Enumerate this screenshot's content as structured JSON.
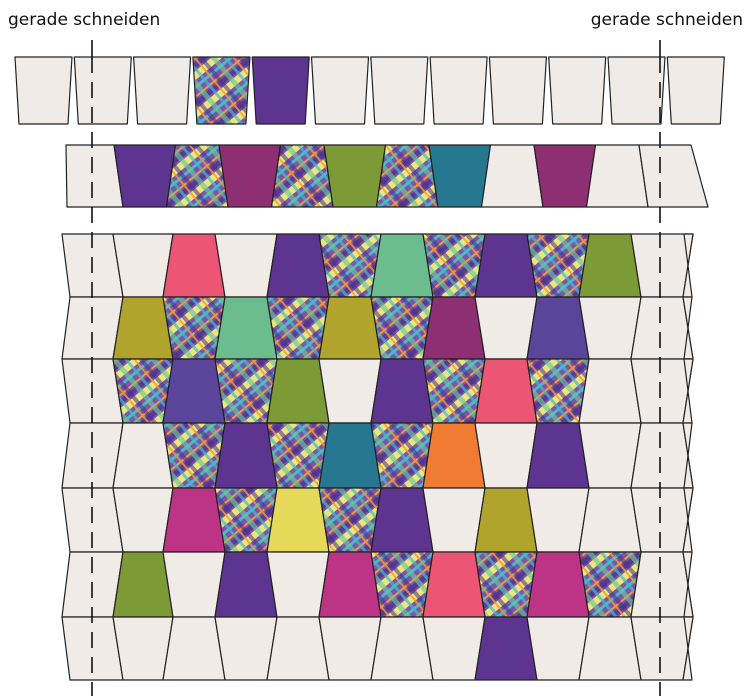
{
  "labels": {
    "left_cut": "gerade schneiden",
    "right_cut": "gerade schneiden"
  },
  "palette": {
    "C": "#f0ebe7",
    "V": "#5d3590",
    "P": "#plaid",
    "M": "#8e2f74",
    "O": "#7c9a35",
    "T": "#25788f",
    "K": "#ec5573",
    "S": "#6bbd8f",
    "Y": "#b0a42d",
    "I": "#5a459a",
    "R": "#f07b32",
    "G": "#bd3386",
    "L": "#e6d95a",
    "plaid_base": "#7a55a8",
    "plaid_stripes": [
      "#f2ef7a",
      "#49b9c8",
      "#f29b35",
      "#4a2f8a",
      "#6ec69a"
    ],
    "outline": "#222222"
  },
  "strip1": [
    "C",
    "C",
    "C",
    "P",
    "V",
    "C",
    "C",
    "C",
    "C",
    "C",
    "C",
    "C"
  ],
  "strip2": [
    "C",
    "V",
    "P",
    "M",
    "P",
    "O",
    "P",
    "T",
    "C",
    "M",
    "C",
    "C"
  ],
  "quilt_rows": [
    [
      "C",
      "C",
      "K",
      "C",
      "V",
      "P",
      "S",
      "P",
      "V",
      "P",
      "O",
      "C",
      "C"
    ],
    [
      "C",
      "Y",
      "P",
      "S",
      "P",
      "Y",
      "P",
      "M",
      "C",
      "I",
      "C",
      "C",
      "C"
    ],
    [
      "C",
      "P",
      "I",
      "P",
      "O",
      "C",
      "V",
      "P",
      "K",
      "P",
      "C",
      "C",
      "C"
    ],
    [
      "C",
      "C",
      "P",
      "V",
      "P",
      "T",
      "P",
      "R",
      "C",
      "V",
      "C",
      "C",
      "C"
    ],
    [
      "C",
      "C",
      "G",
      "P",
      "L",
      "P",
      "V",
      "C",
      "Y",
      "C",
      "C",
      "C",
      "C"
    ],
    [
      "C",
      "O",
      "C",
      "V",
      "C",
      "G",
      "P",
      "K",
      "P",
      "G",
      "P",
      "C",
      "C"
    ],
    [
      "C",
      "C",
      "C",
      "C",
      "C",
      "C",
      "C",
      "C",
      "V",
      "C",
      "C",
      "C",
      "C"
    ]
  ]
}
